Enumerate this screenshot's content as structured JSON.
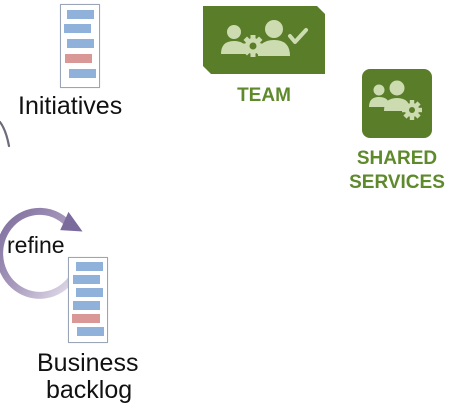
{
  "colors": {
    "bar_blue": "#8fb1da",
    "bar_red": "#d99796",
    "green_dark": "#5a7d2a",
    "green_text": "#5f8a2c",
    "icon_light": "#ccdcb0",
    "arrow_purple": "#7b6b9c",
    "arrow_light": "#cfc7dc"
  },
  "initiatives": {
    "label": "Initiatives",
    "bars": [
      "blue",
      "blue",
      "blue",
      "red",
      "blue"
    ]
  },
  "team": {
    "label": "TEAM",
    "icon": "team-check-gear-icon"
  },
  "shared_services": {
    "label_line1": "SHARED",
    "label_line2": "SERVICES",
    "icon": "team-gear-icon"
  },
  "refine": {
    "label": "refine"
  },
  "business_backlog": {
    "label_line1": "Business",
    "label_line2": "backlog",
    "bars": [
      "blue",
      "blue",
      "blue",
      "blue",
      "red",
      "blue"
    ]
  }
}
